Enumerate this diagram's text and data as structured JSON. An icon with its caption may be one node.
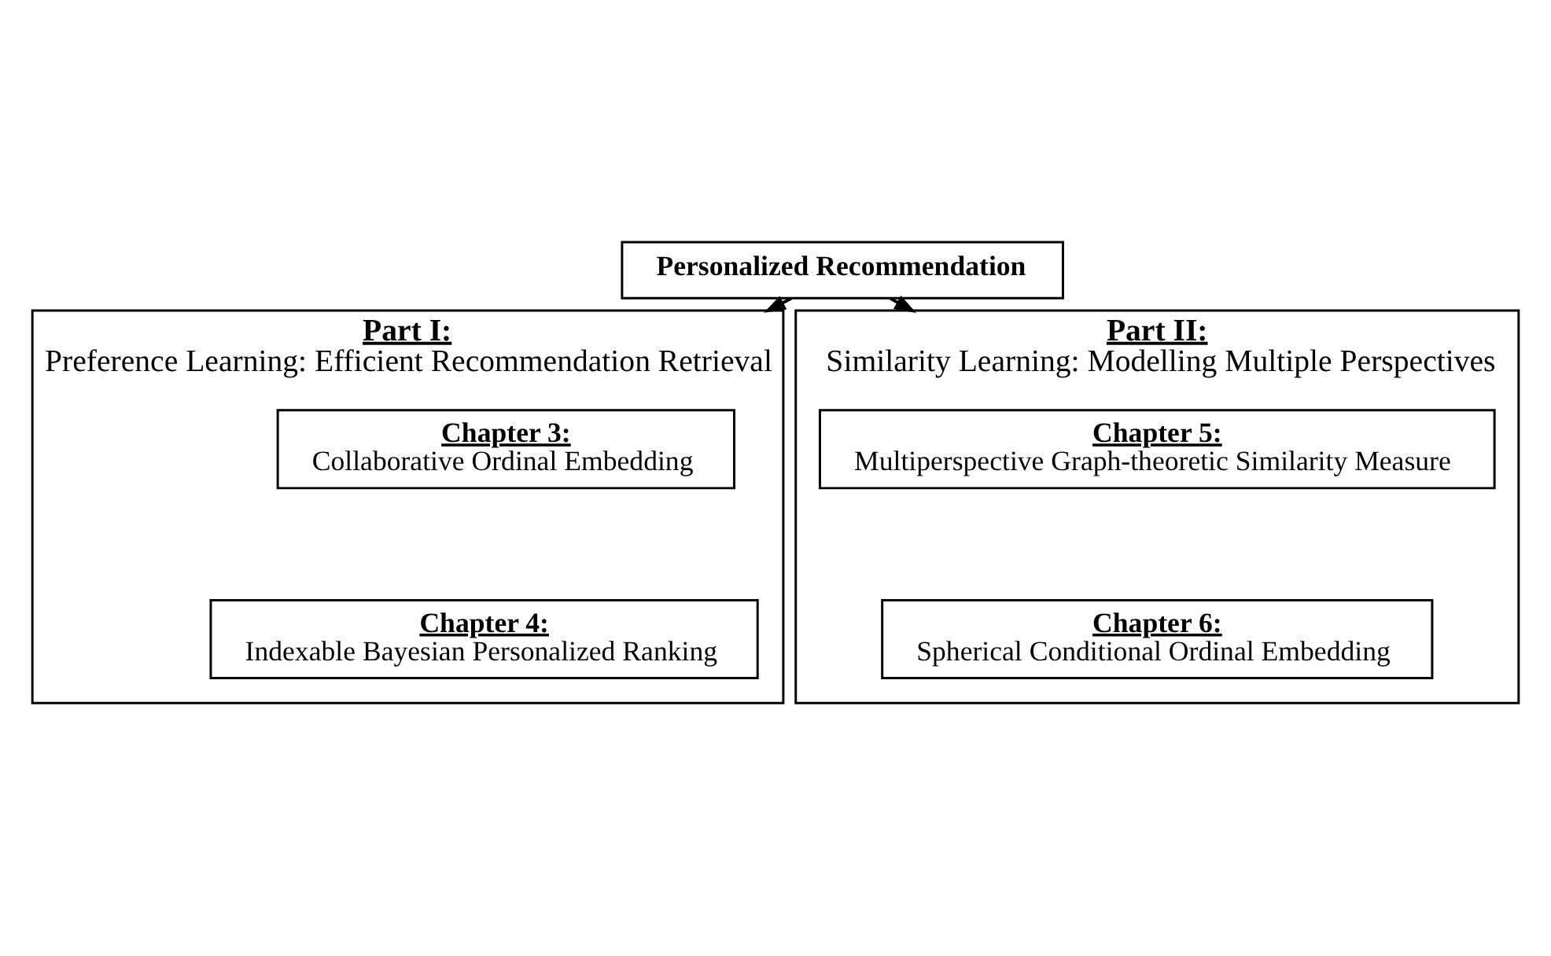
{
  "diagram": {
    "nodes": [
      {
        "text": [
          "Personalized Recommendation"
        ]
      },
      {
        "text": [
          "Part I:",
          "Preference Learning: Efficient Recommendation Retrieval"
        ]
      },
      {
        "text": [
          "Chapter 3:",
          "Collaborative Ordinal Embedding"
        ],
        "in": 1
      },
      {
        "text": [
          "Chapter 4:",
          "Indexable Bayesian Personalized Ranking"
        ],
        "in": 1
      },
      {
        "text": [
          "Part II:",
          "Similarity Learning: Modelling Multiple Perspectives"
        ]
      },
      {
        "text": [
          "Chapter 5:",
          "Multiperspective Graph-theoretic Similarity Measure"
        ],
        "in": 4
      },
      {
        "text": [
          "Chapter 6:",
          "Spherical Conditional Ordinal Embedding"
        ],
        "in": 4
      }
    ],
    "edges": [
      {
        "from": 0,
        "to": 1,
        "arrow": "to"
      },
      {
        "from": 0,
        "to": 4,
        "arrow": "to"
      }
    ]
  }
}
